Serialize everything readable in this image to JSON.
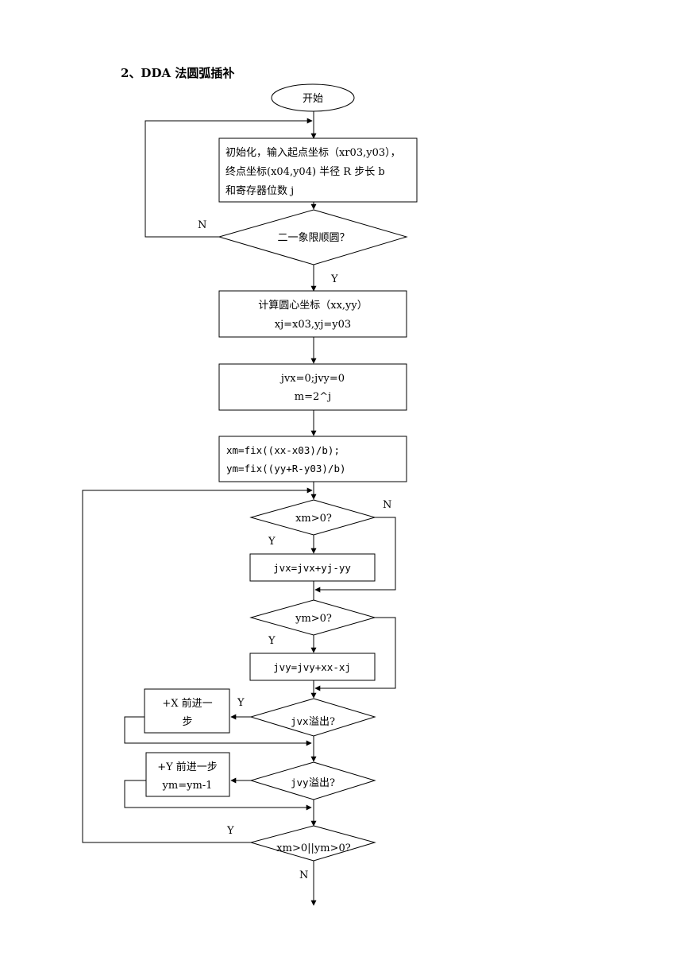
{
  "title": "2、DDA 法圆弧插补",
  "nodes": {
    "start": "开始",
    "init_1": "初始化，输入起点坐标（xr03,y03），",
    "init_2": "终点坐标(x04,y04)  半径 R 步长 b",
    "init_3": "和寄存器位数 j",
    "quadrant": "二一象限顺圆？",
    "center_1": "计算圆心坐标（xx,yy）",
    "center_2": "xj=x03,yj=y03",
    "reg_1": "jvx=0;jvy=0",
    "reg_2": "m=2^j",
    "steps_1": "xm=fix((xx-x03)/b);",
    "steps_2": "ym=fix((yy+R-y03)/b)",
    "xm_check": "xm>0?",
    "jvx_update": "jvx=jvx+yj-yy",
    "ym_check": "ym>0?",
    "jvy_update": "jvy=jvy+xx-xj",
    "jvx_overflow_code": "jvx",
    "jvx_overflow_text": "溢出?",
    "x_step_1": "+X 前进一",
    "x_step_2": "步",
    "jvy_overflow_code": "jvy",
    "jvy_overflow_text": "溢出?",
    "y_step_1": "+Y 前进一步",
    "y_step_2": "ym=ym-1",
    "loop_check": "xm>0||ym>0?"
  },
  "labels": {
    "yes": "Y",
    "no": "N"
  }
}
